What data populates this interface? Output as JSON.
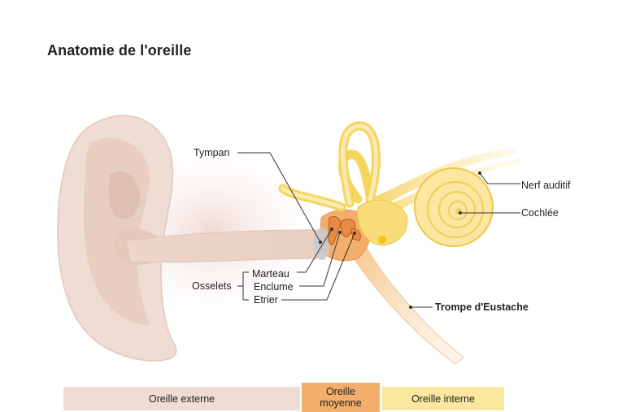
{
  "title": "Anatomie de l'oreille",
  "labels": {
    "tympan": "Tympan",
    "nerf_auditif": "Nerf auditif",
    "cochlee": "Cochlée",
    "osselets": "Osselets",
    "marteau": "Marteau",
    "enclume": "Enclume",
    "etrier": "Etrier",
    "trompe": "Trompe d'Eustache"
  },
  "bands": {
    "externe": "Oreille externe",
    "moyenne": "Oreille moyenne",
    "interne": "Oreille interne"
  },
  "colors": {
    "outer_ear": "#efdcd3",
    "middle_ear": "#f3ae6b",
    "inner_ear": "#fce7a0",
    "bone": "#f6d55c"
  }
}
